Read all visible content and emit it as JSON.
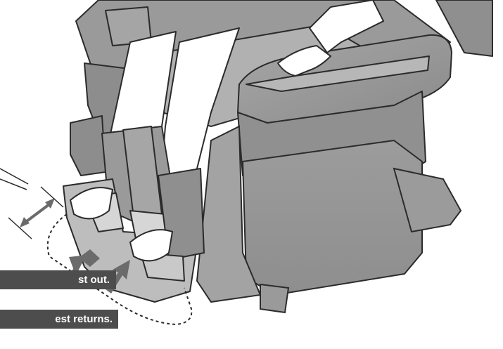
{
  "labels": {
    "footrest_out": "st out.",
    "footrest_returns": "est returns."
  },
  "colors": {
    "chair_body": "#9a9a9a",
    "chair_light": "#c4c4c4",
    "chair_dark": "#7d7d7d",
    "outline": "#2b2b2b",
    "arrow": "#6b6b6b",
    "label_bg": "#4d4d4d",
    "label_text": "#ffffff"
  },
  "illustration": {
    "subject": "massage-chair-footrest-illustration"
  }
}
